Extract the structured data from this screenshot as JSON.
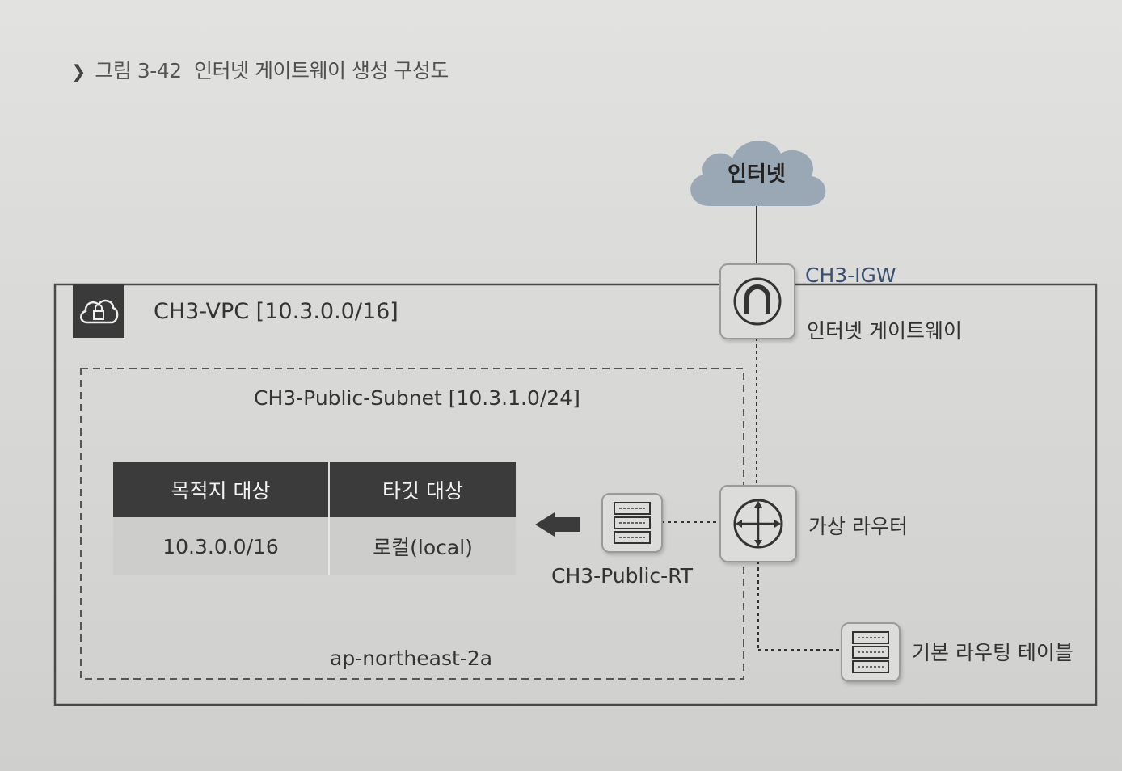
{
  "caption": {
    "chevron": "❯",
    "figure": "그림 3-42",
    "title": "인터넷 게이트웨이 생성 구성도"
  },
  "internet": {
    "label": "인터넷",
    "icon": "cloud-icon"
  },
  "igw": {
    "name": "CH3-IGW",
    "label": "인터넷 게이트웨이",
    "icon": "gateway-icon"
  },
  "vpc": {
    "title": "CH3-VPC [10.3.0.0/16]",
    "icon": "lock-cloud-icon"
  },
  "subnet": {
    "title": "CH3-Public-Subnet [10.3.1.0/24]",
    "az": "ap-northeast-2a"
  },
  "route_table": {
    "headers": [
      "목적지 대상",
      "타깃 대상"
    ],
    "rows": [
      [
        "10.3.0.0/16",
        "로컬(local)"
      ]
    ]
  },
  "public_rt": {
    "label": "CH3-Public-RT",
    "icon": "route-table-icon"
  },
  "router": {
    "label": "가상 라우터",
    "icon": "router-icon"
  },
  "default_rt": {
    "label": "기본 라우팅 테이블",
    "icon": "route-table-icon"
  },
  "colors": {
    "dark": "#3b3b3b",
    "igw_text": "#3a4f70",
    "cloud": "#9aa8b6"
  }
}
